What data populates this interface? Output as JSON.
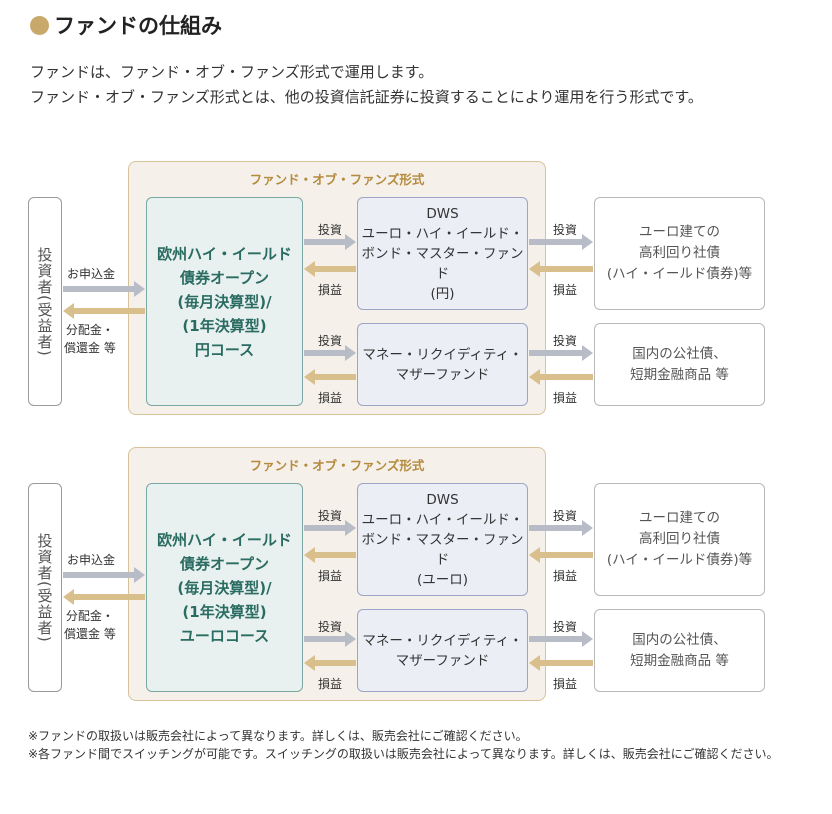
{
  "title": "ファンドの仕組み",
  "intro": [
    "ファンドは、ファンド・オブ・ファンズ形式で運用します。",
    "ファンド・オブ・ファンズ形式とは、他の投資信託証券に投資することにより運用を行う形式です。"
  ],
  "diagrams": [
    {
      "fof_label": "ファンド・オブ・ファンズ形式",
      "investor": "投資者(受益者)",
      "subscription_label": "お申込金",
      "distribution_label": "分配金・\n償還金 等",
      "main_fund": "欧州ハイ・イールド\n債券オープン\n(毎月決算型)/\n(1年決算型)\n円コース",
      "sub_funds": [
        {
          "name": "DWS\nユーロ・ハイ・イールド・\nボンド・マスター・ファンド\n(円)",
          "invest_label": "投資",
          "return_label": "損益",
          "target": "ユーロ建ての\n高利回り社債\n(ハイ・イールド債券)等",
          "target_invest_label": "投資",
          "target_return_label": "損益"
        },
        {
          "name": "マネー・リクイディティ・\nマザーファンド",
          "invest_label": "投資",
          "return_label": "損益",
          "target": "国内の公社債、\n短期金融商品 等",
          "target_invest_label": "投資",
          "target_return_label": "損益"
        }
      ]
    },
    {
      "fof_label": "ファンド・オブ・ファンズ形式",
      "investor": "投資者(受益者)",
      "subscription_label": "お申込金",
      "distribution_label": "分配金・\n償還金 等",
      "main_fund": "欧州ハイ・イールド\n債券オープン\n(毎月決算型)/\n(1年決算型)\nユーロコース",
      "sub_funds": [
        {
          "name": "DWS\nユーロ・ハイ・イールド・\nボンド・マスター・ファンド\n(ユーロ)",
          "invest_label": "投資",
          "return_label": "損益",
          "target": "ユーロ建ての\n高利回り社債\n(ハイ・イールド債券)等",
          "target_invest_label": "投資",
          "target_return_label": "損益"
        },
        {
          "name": "マネー・リクイディティ・\nマザーファンド",
          "invest_label": "投資",
          "return_label": "損益",
          "target": "国内の公社債、\n短期金融商品 等",
          "target_invest_label": "投資",
          "target_return_label": "損益"
        }
      ]
    }
  ],
  "notes": [
    "※ファンドの取扱いは販売会社によって異なります。詳しくは、販売会社にご確認ください。",
    "※各ファンド間でスイッチングが可能です。スイッチングの取扱いは販売会社によって異なります。詳しくは、販売会社にご確認ください。"
  ],
  "colors": {
    "accent": "#c9a96b",
    "invest_arrow": "#b7bcc6",
    "return_arrow": "#d9bf8c",
    "main_fund_text": "#2a6b62",
    "fof_label": "#b48a3c"
  }
}
